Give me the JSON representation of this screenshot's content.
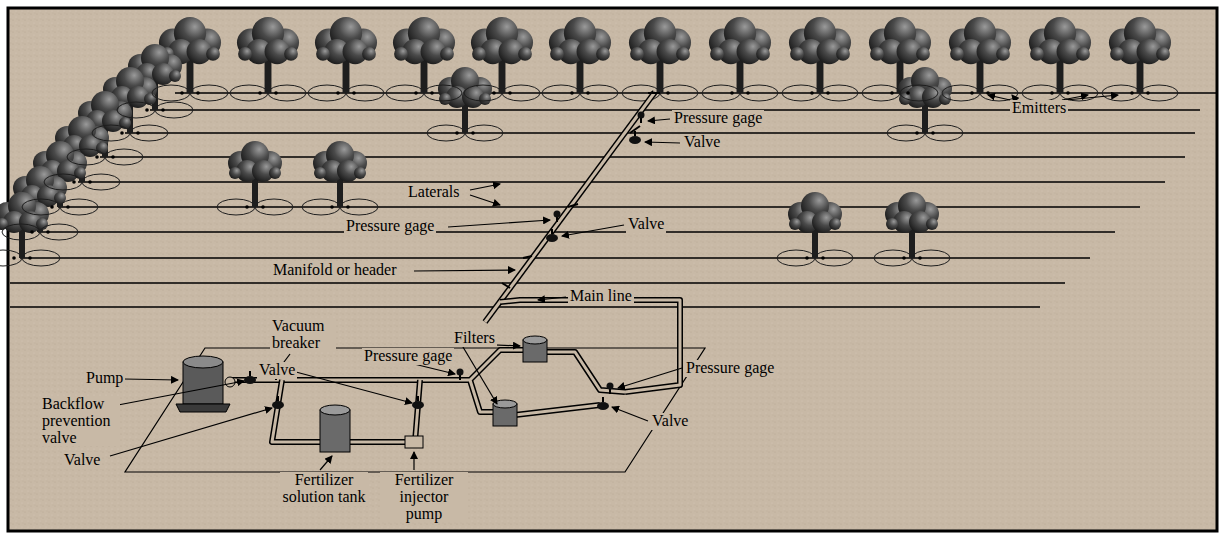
{
  "diagram": {
    "labels": [
      "Pressure gage",
      "Valve",
      "Emitters",
      "Laterals",
      "Pressure gage",
      "Valve",
      "Manifold or header",
      "Main line",
      "Vacuum breaker",
      "Filters",
      "Pressure gage",
      "Pump",
      "Valve",
      "Pressure gage",
      "Backflow prevention valve",
      "Valve",
      "Valve",
      "Fertilizer solution tank",
      "Fertilizer injector pump"
    ]
  }
}
